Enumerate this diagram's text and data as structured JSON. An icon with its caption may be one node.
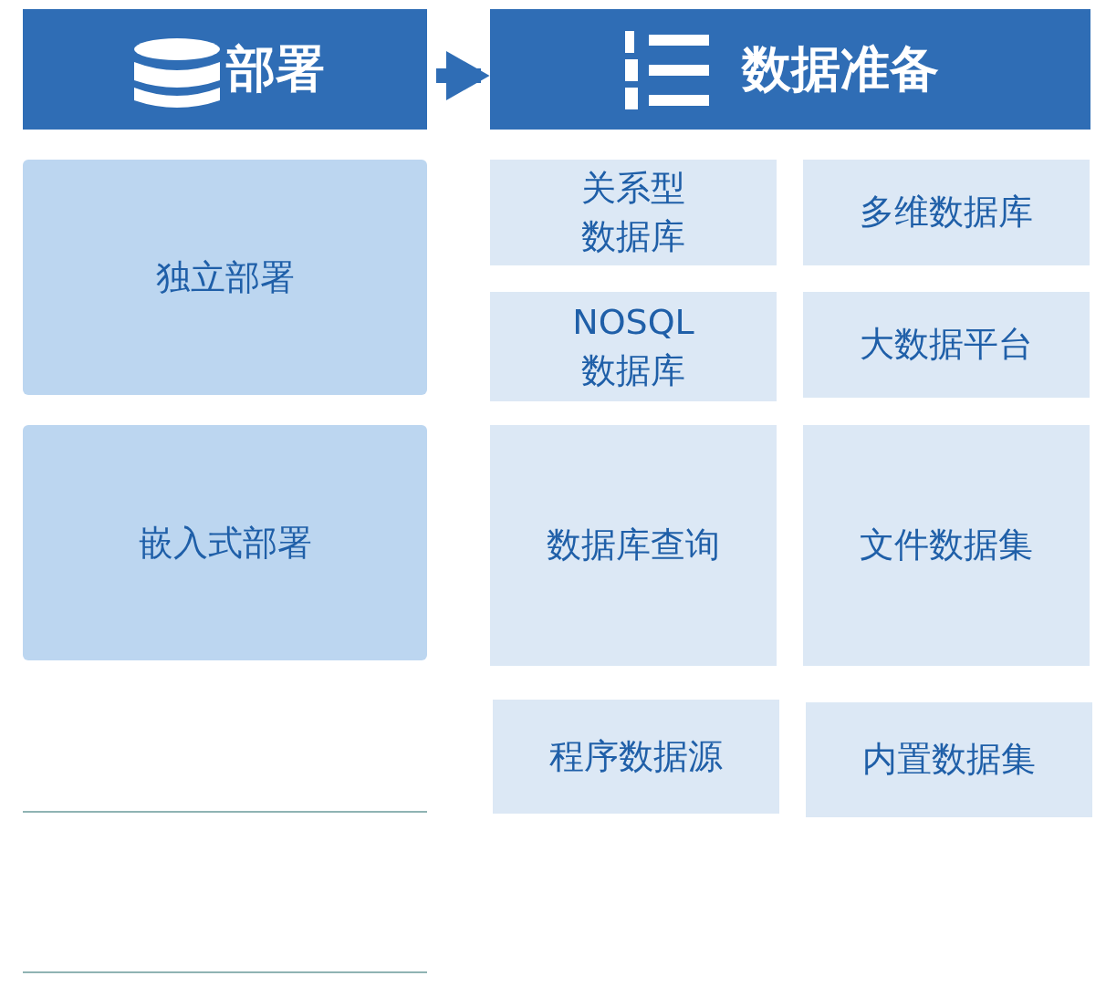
{
  "diagram": {
    "nodes": [
      {
        "text": [
          "部署"
        ]
      },
      {
        "text": [
          "数据准备"
        ]
      },
      {
        "text": [
          "独立部署"
        ]
      },
      {
        "text": [
          "嵌入式部署"
        ]
      },
      {
        "text": [
          "关系型数据库"
        ]
      },
      {
        "text": [
          "多维数据库"
        ]
      },
      {
        "text": [
          "NOSQL数据库"
        ]
      },
      {
        "text": [
          "大数据平台"
        ]
      },
      {
        "text": [
          "数据库查询"
        ]
      },
      {
        "text": [
          "文件数据集"
        ]
      },
      {
        "text": [
          "程序数据源"
        ]
      },
      {
        "text": [
          "内置数据集"
        ]
      }
    ],
    "edges": [
      {
        "from": 0,
        "to": 1,
        "arrow": "to"
      }
    ]
  }
}
